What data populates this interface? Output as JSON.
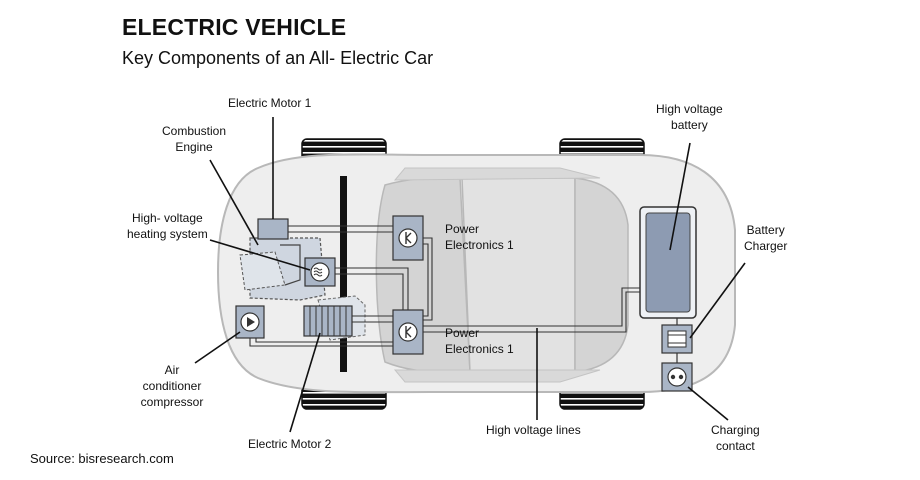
{
  "title": "ELECTRIC VEHICLE",
  "subtitle": "Key Components of an All- Electric Car",
  "source": "Source: bisresearch.com",
  "labels": {
    "electric_motor_1": "Electric Motor 1",
    "combustion_engine_1": "Combustion",
    "combustion_engine_2": "Engine",
    "heating_1": "High- voltage",
    "heating_2": "heating system",
    "air_1": "Air",
    "air_2": "conditioner",
    "air_3": "compressor",
    "electric_motor_2": "Electric Motor 2",
    "power_electronics_1a": "Power",
    "power_electronics_1b": "Electronics 1",
    "power_electronics_2a": "Power",
    "power_electronics_2b": "Electronics 1",
    "hv_lines": "High voltage lines",
    "hv_battery_1": "High voltage",
    "hv_battery_2": "battery",
    "battery_charger_1": "Battery",
    "battery_charger_2": "Charger",
    "charging_contact_1": "Charging",
    "charging_contact_2": "contact"
  }
}
